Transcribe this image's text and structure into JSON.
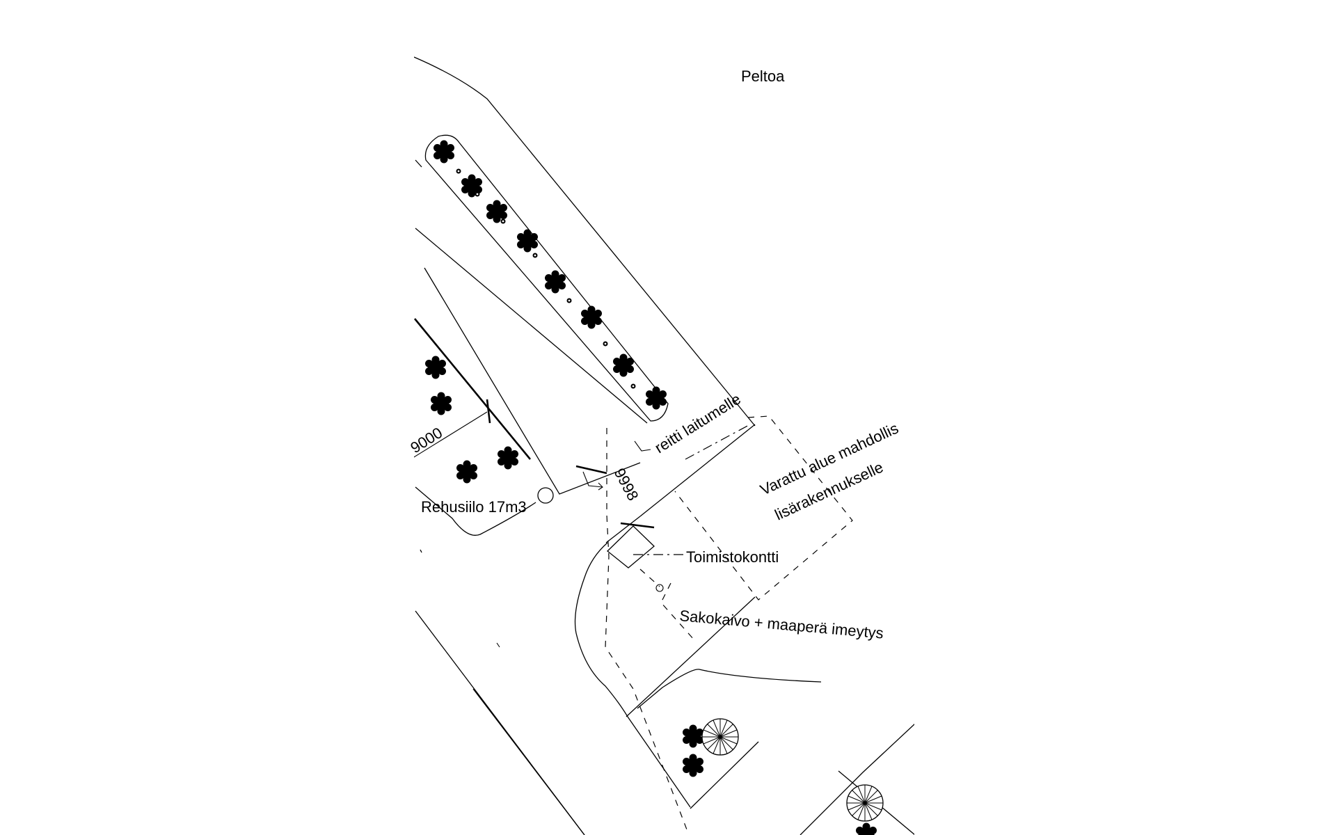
{
  "labels": {
    "field": "Peltoa",
    "route": "reitti laitumelle",
    "dim_left": "9000",
    "dim_right": "9998",
    "silo": "Rehusiilo 17m3",
    "reserved_line1": "Varattu alue mahdollis",
    "reserved_line2": "lisärakennukselle",
    "office": "Toimistokontti",
    "septic": "Sakokaivo + maaperä imeytys"
  },
  "icons": {
    "deciduous_tree": "tree-icon",
    "coniferous_tree": "spoked-tree-icon",
    "shrub": "shrub-icon"
  },
  "colors": {
    "ink": "#000000",
    "background": "#ffffff"
  }
}
